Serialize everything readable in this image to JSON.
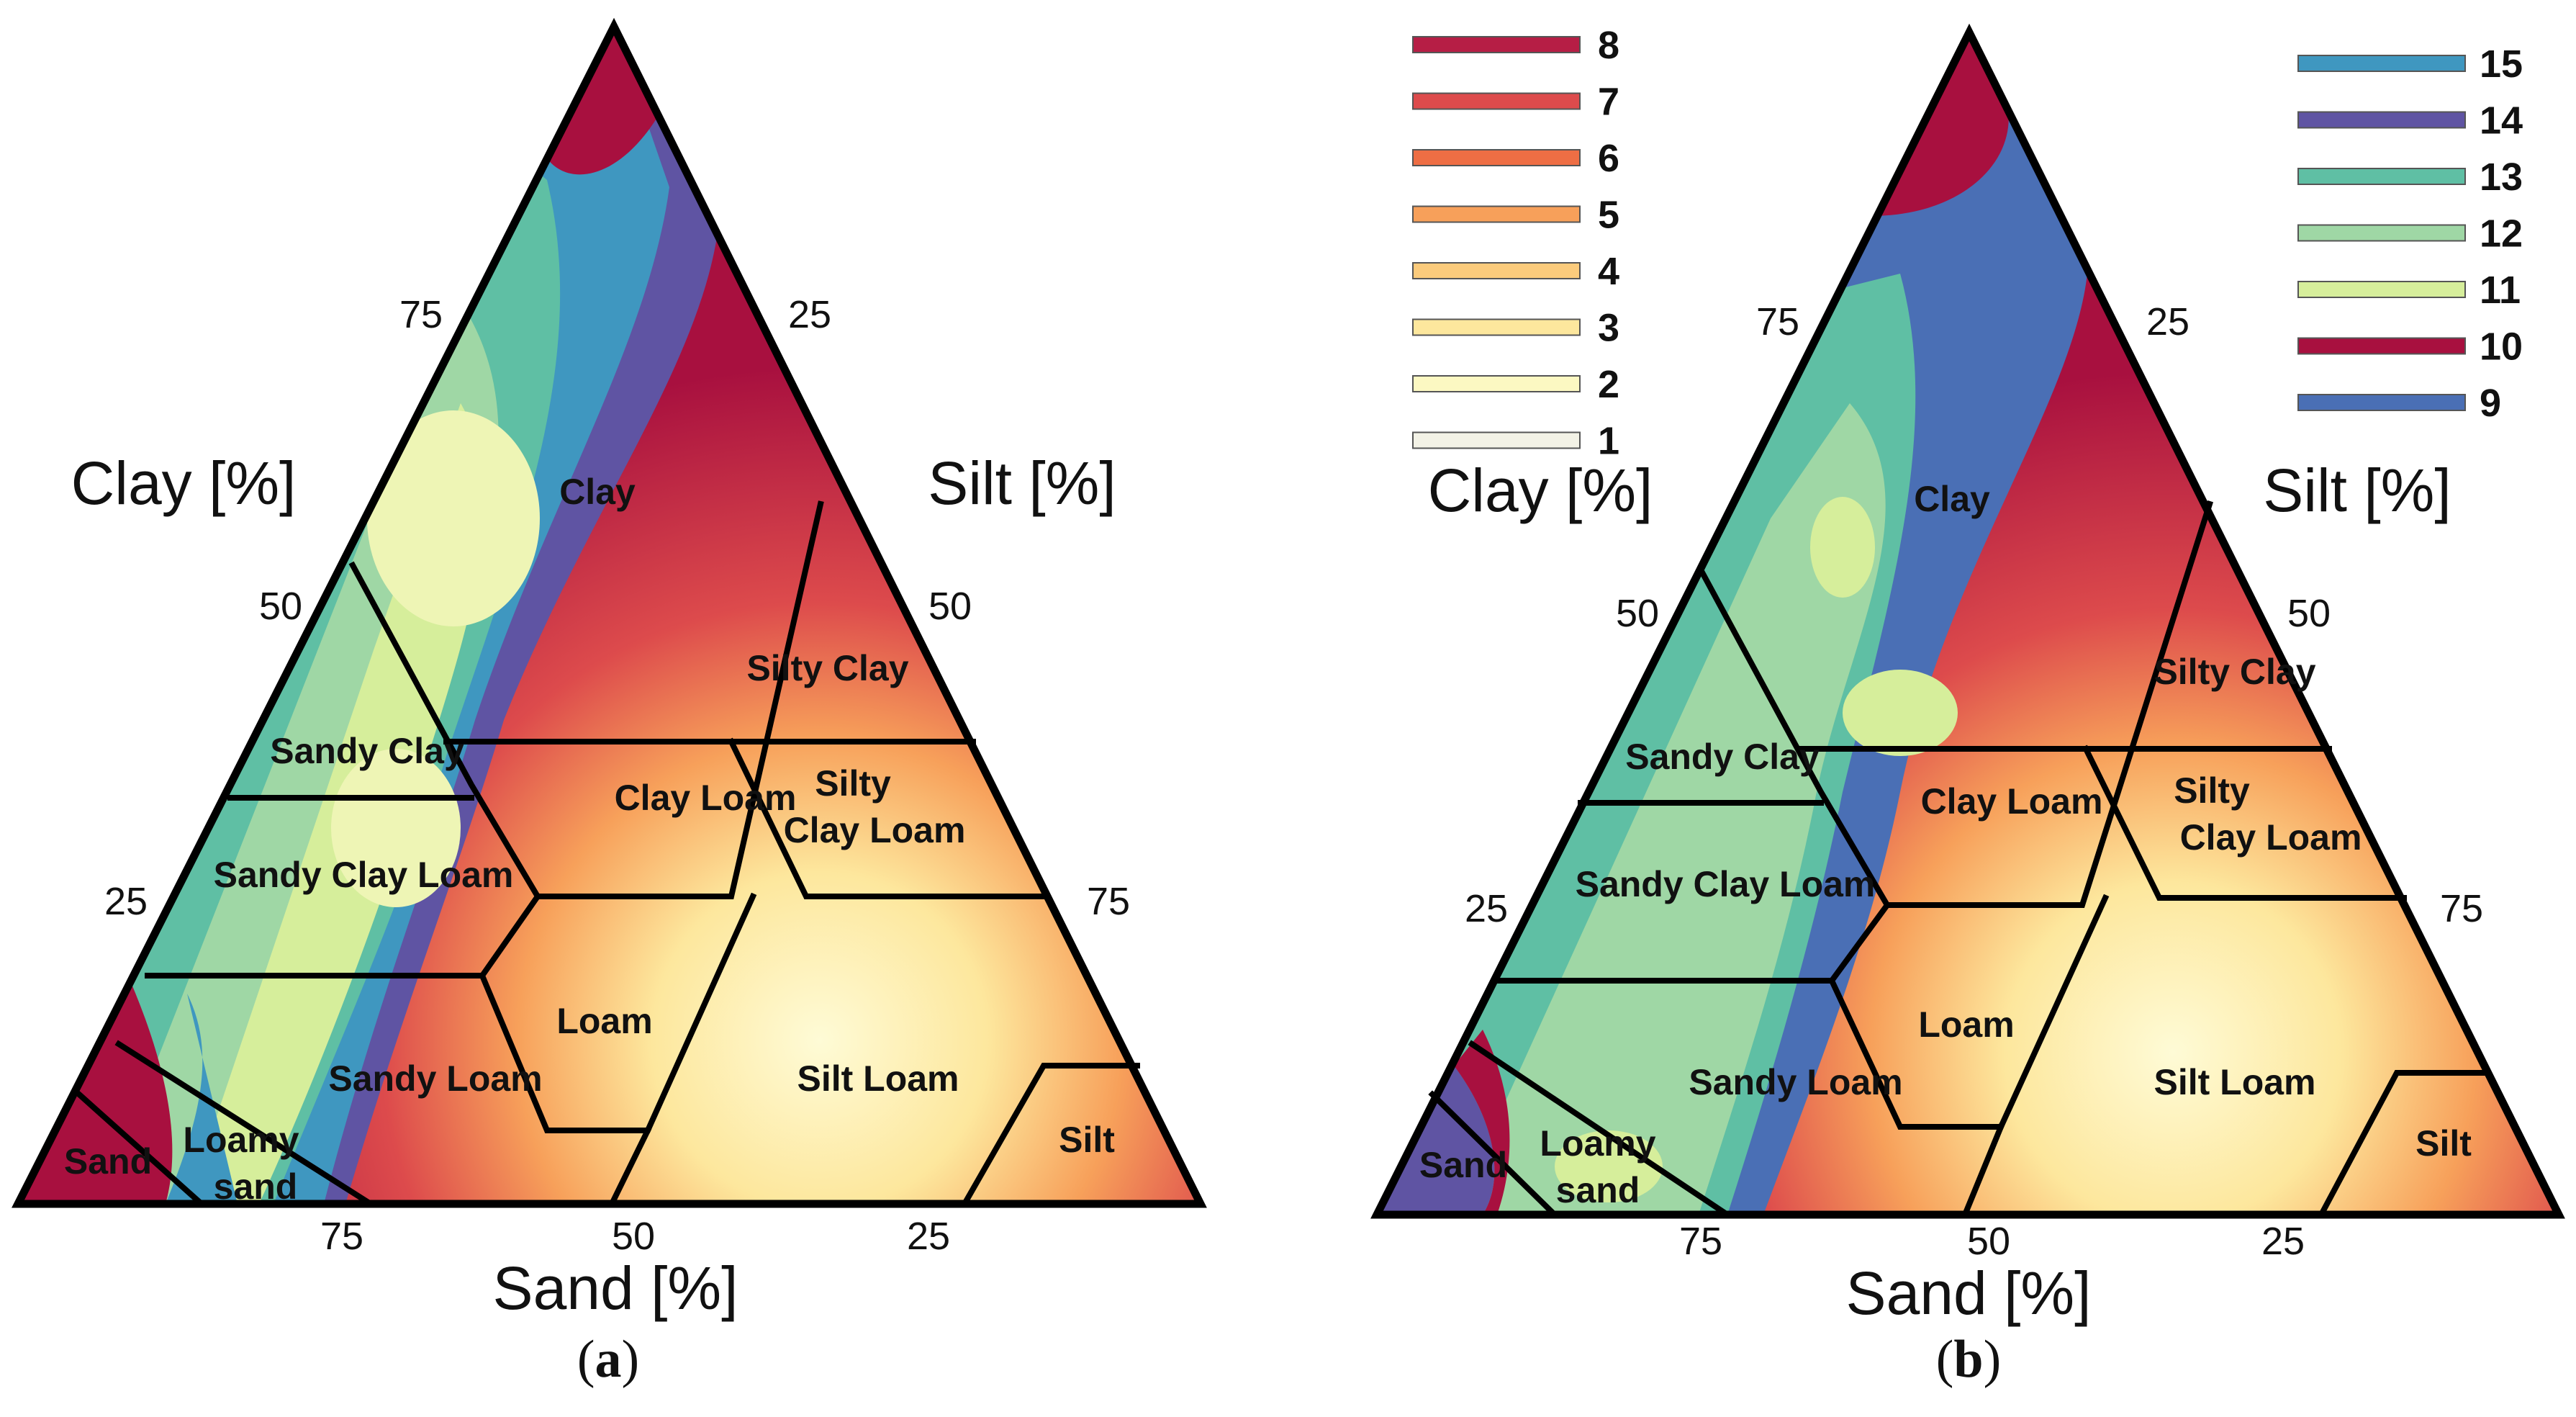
{
  "legend_left": [
    {
      "label": "8",
      "color": "#b61e45"
    },
    {
      "label": "7",
      "color": "#dd4b4c"
    },
    {
      "label": "6",
      "color": "#ee6e44"
    },
    {
      "label": "5",
      "color": "#f7a05a"
    },
    {
      "label": "4",
      "color": "#fbcb7c"
    },
    {
      "label": "3",
      "color": "#fde79d"
    },
    {
      "label": "2",
      "color": "#fcf8c2"
    },
    {
      "label": "1",
      "color": "#f3f2e6"
    }
  ],
  "legend_right": [
    {
      "label": "15",
      "color": "#3f97c0"
    },
    {
      "label": "14",
      "color": "#5f54a3"
    },
    {
      "label": "13",
      "color": "#5fbfa4"
    },
    {
      "label": "12",
      "color": "#9fd7a5"
    },
    {
      "label": "11",
      "color": "#d6ee9b"
    },
    {
      "label": "10",
      "color": "#a8103f"
    },
    {
      "label": "9",
      "color": "#4a6fb5"
    }
  ],
  "panels": [
    {
      "caption_open": "(",
      "caption_letter": "a",
      "caption_close": ")",
      "axis_clay": "Clay [%]",
      "axis_silt": "Silt [%]",
      "axis_sand": "Sand [%]",
      "ticks": {
        "clay": [
          "75",
          "50",
          "25"
        ],
        "silt": [
          "25",
          "50",
          "75"
        ],
        "sand": [
          "75",
          "50",
          "25"
        ]
      },
      "regions": [
        "Clay",
        "Silty Clay",
        "Sandy Clay",
        "Clay Loam",
        "Silty",
        "Clay Loam",
        "Sandy Clay Loam",
        "Loam",
        "Sandy Loam",
        "Silt Loam",
        "Loamy",
        "sand",
        "Sand",
        "Silt"
      ]
    },
    {
      "caption_open": "(",
      "caption_letter": "b",
      "caption_close": ")",
      "axis_clay": "Clay [%]",
      "axis_silt": "Silt [%]",
      "axis_sand": "Sand [%]",
      "ticks": {
        "clay": [
          "75",
          "50",
          "25"
        ],
        "silt": [
          "25",
          "50",
          "75"
        ],
        "sand": [
          "75",
          "50",
          "25"
        ]
      },
      "regions": [
        "Clay",
        "Silty Clay",
        "Sandy Clay",
        "Clay Loam",
        "Silty",
        "Clay Loam",
        "Sandy Clay Loam",
        "Loam",
        "Sandy Loam",
        "Silt Loam",
        "Loamy",
        "sand",
        "Sand",
        "Silt"
      ]
    }
  ]
}
